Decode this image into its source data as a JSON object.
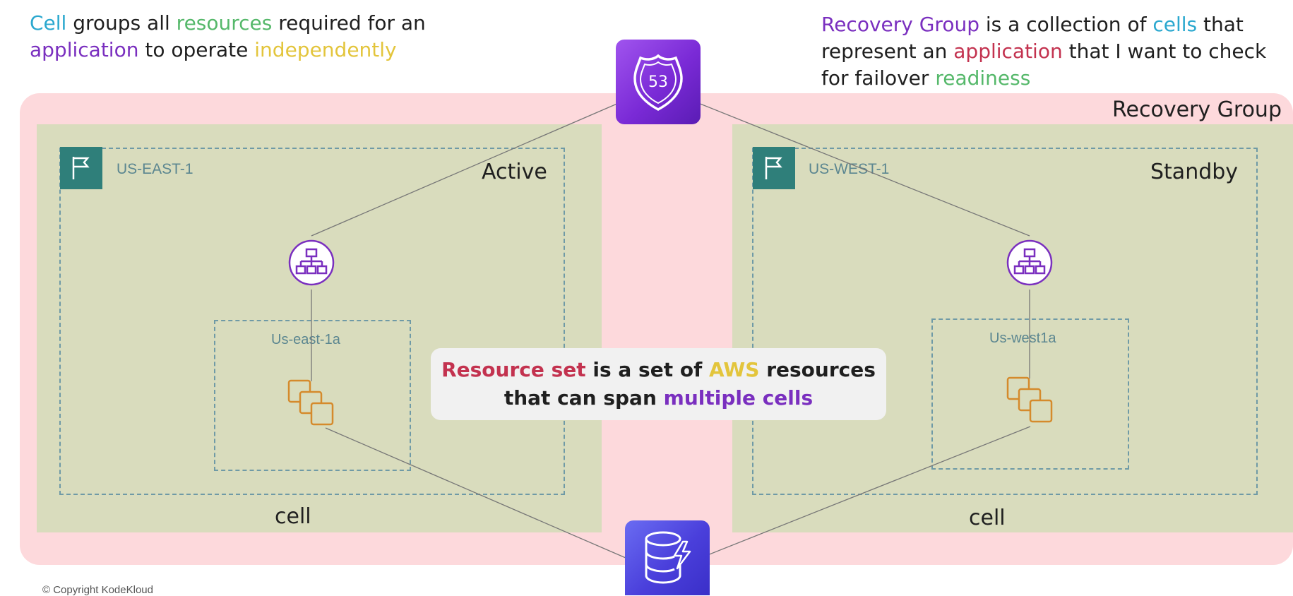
{
  "cell_caption": {
    "p1": "Cell",
    "p2": " groups all ",
    "p3": "resources",
    "p4": " required for an",
    "p5": "application",
    "p6": " to operate ",
    "p7": "independently"
  },
  "recovery_caption": {
    "p1": "Recovery Group",
    "p2": " is a collection of ",
    "p3": "cells",
    "p4": " that",
    "p5": "represent an ",
    "p6": "application",
    "p7": " that I want to check",
    "p8": "for failover ",
    "p9": "readiness"
  },
  "recovery_group_label": "Recovery Group",
  "route53_label": "53",
  "left_cell": {
    "region": "US-EAST-1",
    "status": "Active",
    "az": "Us-east-1a",
    "cell_label": "cell"
  },
  "right_cell": {
    "region": "US-WEST-1",
    "status": "Standby",
    "az": "Us-west1a",
    "cell_label": "cell"
  },
  "resource_set_callout": {
    "p1": "Resource set",
    "p2": " is a set of ",
    "p3": "AWS",
    "p4": " resources",
    "line2a": "that can span ",
    "line2b": "multiple cells"
  },
  "copyright": "© Copyright KodeKloud",
  "icons": {
    "route53": "route53-icon",
    "dynamodb": "dynamodb-icon",
    "load_balancer": "load-balancer-icon",
    "resources": "resources-icon",
    "region_flag": "region-flag-icon"
  },
  "colors": {
    "recovery_group_bg": "#fdd9dc",
    "cell_bg": "#d9dcbd",
    "accent_purple": "#7a2fbf",
    "accent_cyan": "#2ba8cf",
    "accent_green": "#55b86a",
    "accent_yellow": "#e3c53c",
    "accent_red": "#c3324f"
  }
}
